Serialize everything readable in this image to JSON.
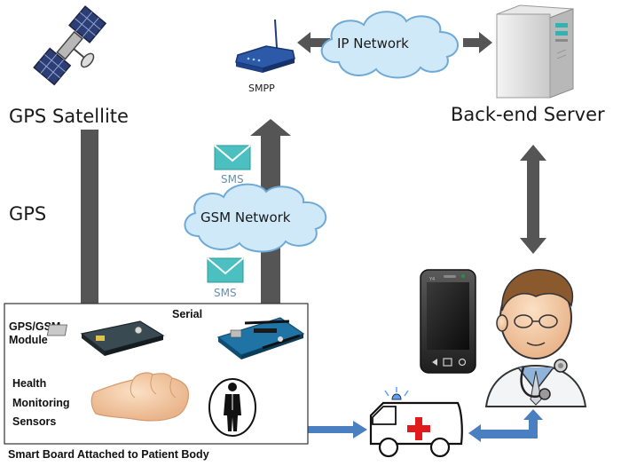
{
  "labels": {
    "gps_satellite": "GPS Satellite",
    "back_end_server": "Back-end Server",
    "ip_network": "IP Network",
    "smpp": "SMPP",
    "gsm_network": "GSM Network",
    "sms_upper": "SMS",
    "sms_lower": "SMS",
    "gps_link": "GPS",
    "serial": "Serial",
    "module_line1": "GPS/GSM",
    "module_line2": "Module",
    "sensors_line1": "Health",
    "sensors_line2": "Monitoring",
    "sensors_line3": "Sensors",
    "board_caption": "Smart Board Attached to Patient Body"
  },
  "colors": {
    "arrow_dark": "#555555",
    "arrow_blue": "#4a7fc1",
    "cloud_fill": "#cfe9f9",
    "cloud_stroke": "#6fa9d6",
    "envelope": "#4cc0c0"
  },
  "icons": [
    "satellite-icon",
    "smpp-router-icon",
    "server-icon",
    "envelope-icon",
    "gps-gsm-module-icon",
    "arduino-board-icon",
    "hand-icon",
    "patient-icon",
    "smartphone-icon",
    "doctor-icon",
    "ambulance-icon"
  ]
}
